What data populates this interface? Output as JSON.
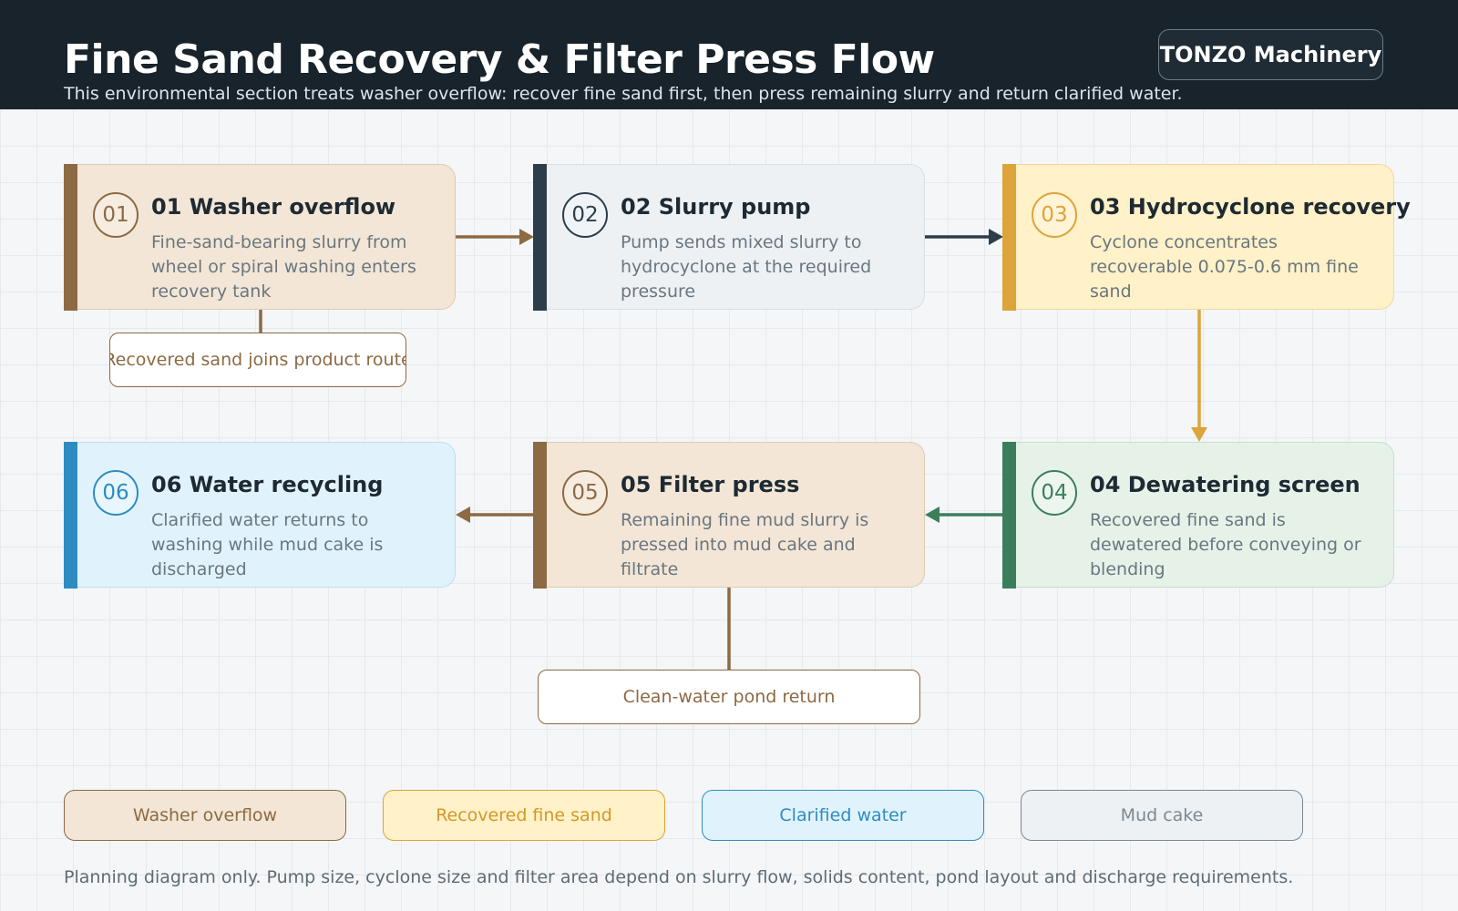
{
  "header": {
    "title": "Fine Sand Recovery & Filter Press Flow",
    "subtitle": "This environmental section treats washer overflow: recover fine sand first, then press remaining slurry and return clarified water.",
    "brand": "TONZO Machinery"
  },
  "steps": [
    {
      "num": "01",
      "title": "01 Washer overflow",
      "desc": "Fine-sand-bearing slurry from wheel or spiral washing enters recovery tank"
    },
    {
      "num": "02",
      "title": "02 Slurry pump",
      "desc": "Pump sends mixed slurry to hydrocyclone at the required pressure"
    },
    {
      "num": "03",
      "title": "03 Hydrocyclone recovery",
      "desc": "Cyclone concentrates recoverable 0.075-0.6 mm fine sand"
    },
    {
      "num": "04",
      "title": "04 Dewatering screen",
      "desc": "Recovered fine sand is dewatered before conveying or blending"
    },
    {
      "num": "05",
      "title": "05 Filter press",
      "desc": "Remaining fine mud slurry is pressed into mud cake and filtrate"
    },
    {
      "num": "06",
      "title": "06 Water recycling",
      "desc": "Clarified water returns to washing while mud cake is discharged"
    }
  ],
  "notes": {
    "recovered_sand": "Recovered sand joins product route",
    "pond_return": "Clean-water pond return"
  },
  "legend": [
    "Washer overflow",
    "Recovered fine sand",
    "Clarified water",
    "Mud cake"
  ],
  "footnote": "Planning diagram only. Pump size, cyclone size and filter area depend on slurry flow, solids content, pond layout and discharge requirements.",
  "colors": {
    "overflow_brown": "#8c6a43",
    "pump_slate": "#2c3e4c",
    "sand_yellow": "#dca43a",
    "screen_green": "#3c7e5c",
    "water_blue": "#2e8cc0",
    "header_dark": "#18232b"
  }
}
